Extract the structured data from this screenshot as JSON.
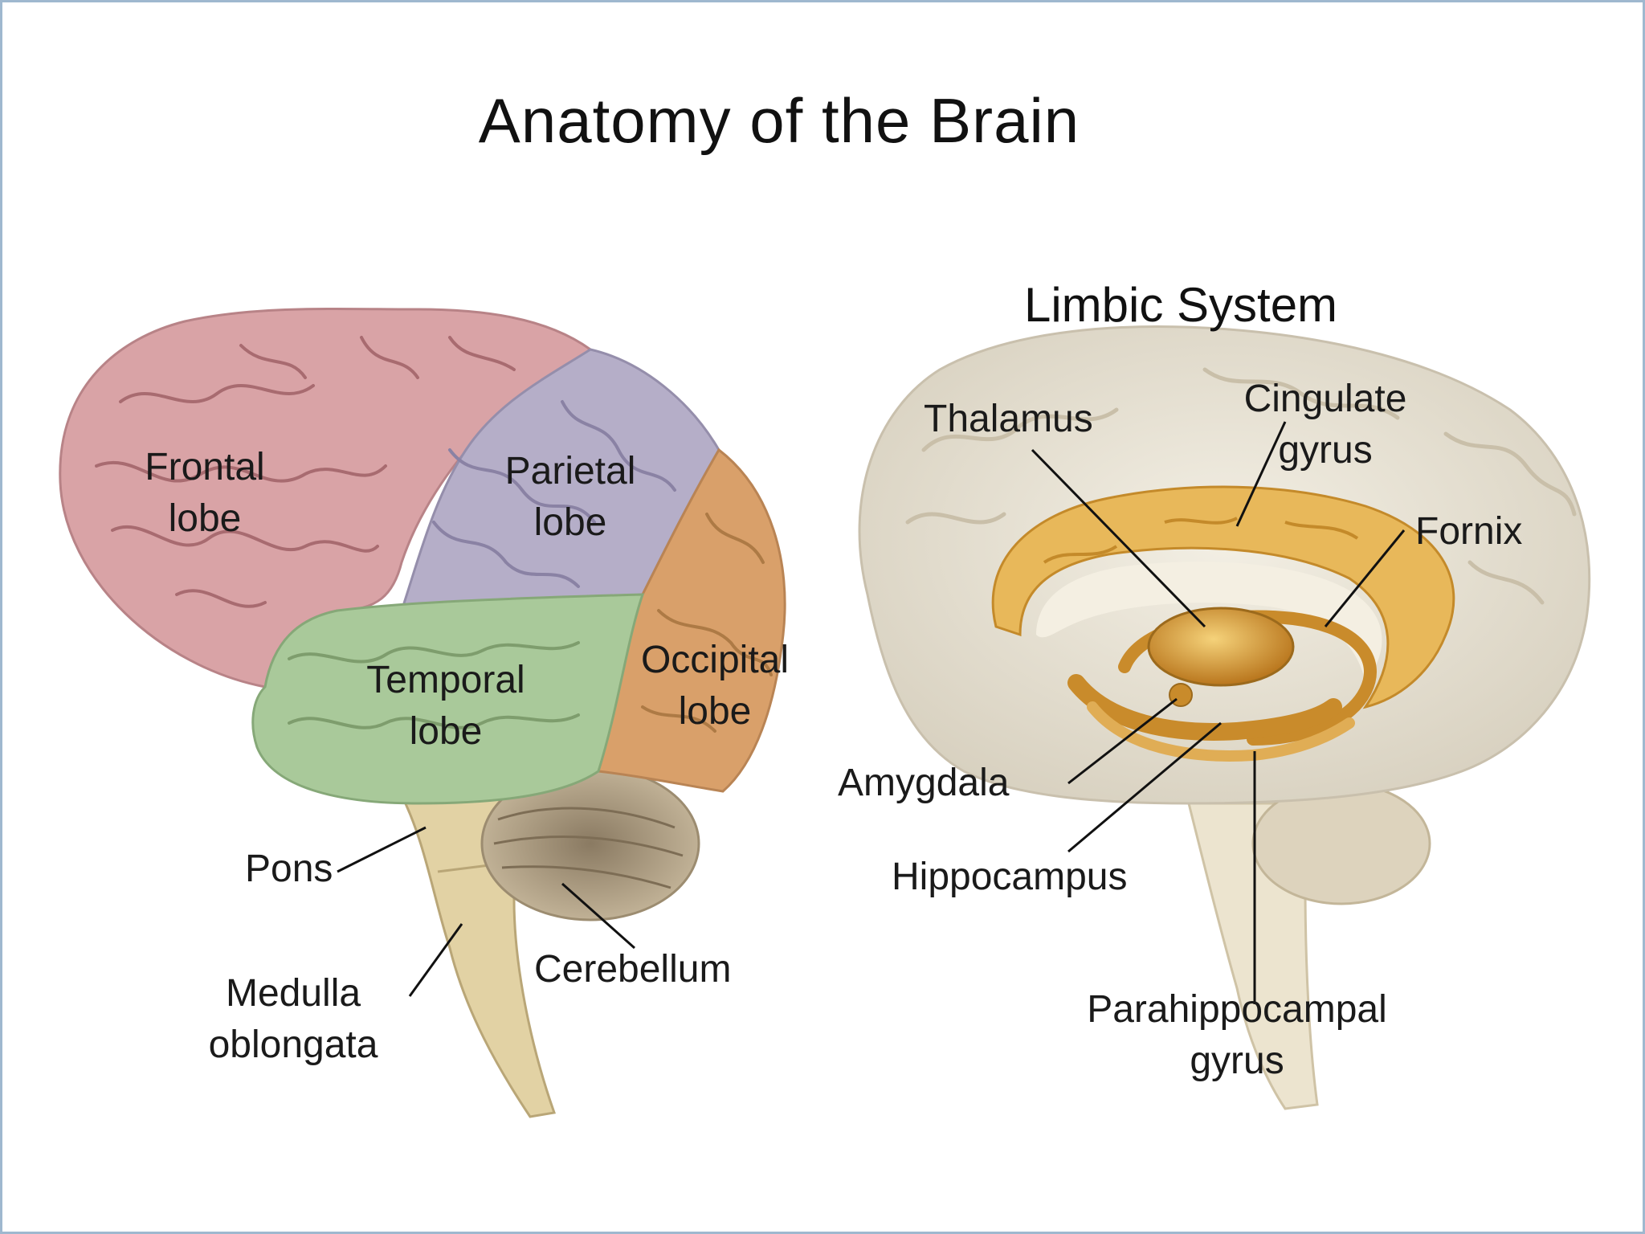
{
  "title": "Anatomy of the Brain",
  "limbic": {
    "title": "Limbic System",
    "thalamus": "Thalamus",
    "cingulate_1": "Cingulate",
    "cingulate_2": "gyrus",
    "fornix": "Fornix",
    "amygdala": "Amygdala",
    "hippocampus": "Hippocampus",
    "parahippocampal_1": "Parahippocampal",
    "parahippocampal_2": "gyrus"
  },
  "lobes": {
    "frontal_1": "Frontal",
    "frontal_2": "lobe",
    "parietal_1": "Parietal",
    "parietal_2": "lobe",
    "temporal_1": "Temporal",
    "temporal_2": "lobe",
    "occipital_1": "Occipital",
    "occipital_2": "lobe",
    "pons": "Pons",
    "medulla_1": "Medulla",
    "medulla_2": "oblongata",
    "cerebellum": "Cerebellum"
  },
  "colors": {
    "frontal": "#d9a3a6",
    "parietal": "#b5aec8",
    "temporal": "#a9c99a",
    "occipital": "#d9a06a",
    "cerebellum": "#b8a78c",
    "brainstem": "#e2d2a4",
    "limbic_brain": "#e6e0d2",
    "limbic_structures": "#d9a030"
  }
}
